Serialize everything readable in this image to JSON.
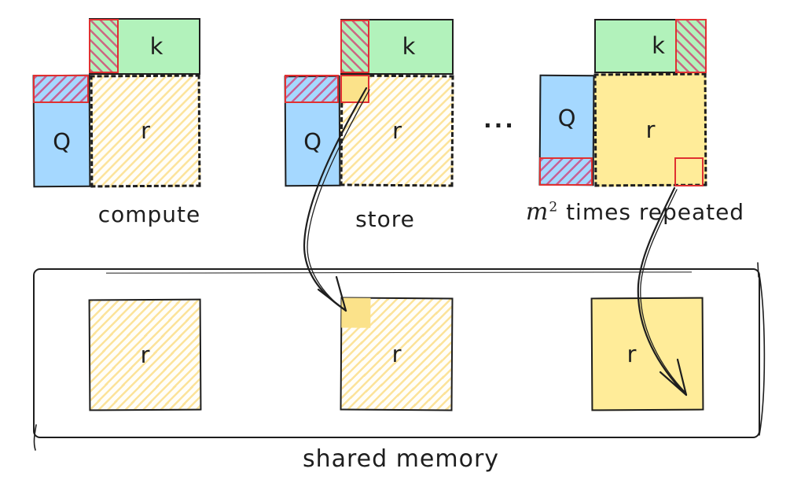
{
  "colors": {
    "ink": "#1e1e1e",
    "green": "#b2f2bb",
    "blue": "#a5d8ff",
    "yellow_solid": "#ffec99",
    "yellow_corner": "#fbe28a",
    "red": "#e03131",
    "red_hatch": "#d6336c",
    "yellow_hatch": "#f5c842"
  },
  "groups": [
    {
      "caption": "compute",
      "k_label": "k",
      "q_label": "Q",
      "r_label": "r"
    },
    {
      "caption": "store",
      "k_label": "k",
      "q_label": "Q",
      "r_label": "r"
    },
    {
      "caption_math_base": "m",
      "caption_math_sup": "2",
      "caption_rest": " times repeated",
      "k_label": "k",
      "q_label": "Q",
      "r_label": "r"
    }
  ],
  "ellipsis": "...",
  "shared_memory": {
    "caption": "shared memory",
    "cells": [
      {
        "label": "r"
      },
      {
        "label": "r"
      },
      {
        "label": "r"
      }
    ]
  }
}
